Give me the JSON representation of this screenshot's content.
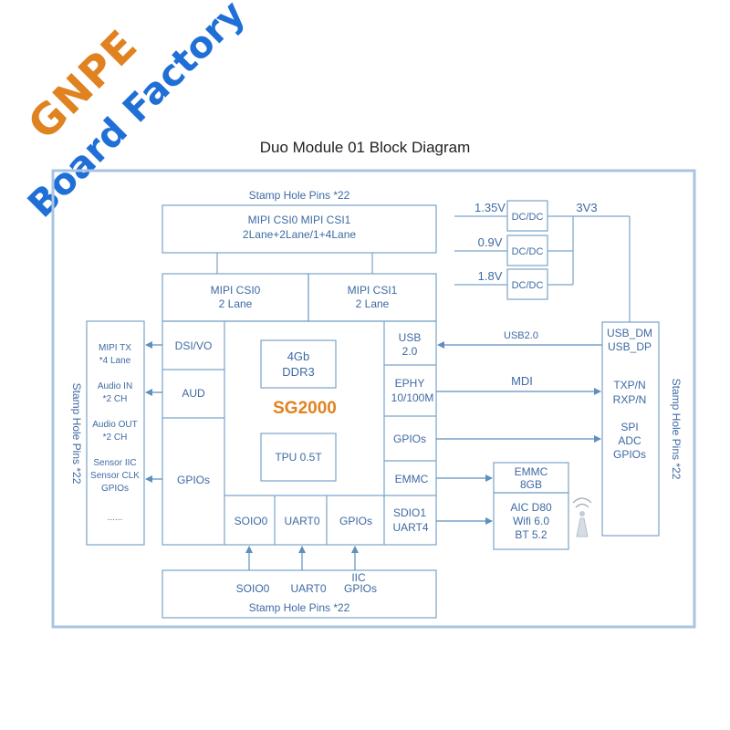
{
  "watermark": {
    "line1": "GNPE",
    "line2": "Board Factory"
  },
  "title": "Duo Module 01 Block Diagram",
  "top_pins": {
    "stamp": "Stamp Hole Pins *22",
    "csi_line1": "MIPI CSI0 MIPI CSI1",
    "csi_line2": "2Lane+2Lane/1+4Lane",
    "csi0_line1": "MIPI CSI0",
    "csi0_line2": "2 Lane",
    "csi1_line1": "MIPI CSI1",
    "csi1_line2": "2 Lane"
  },
  "power": {
    "v1": "1.35V",
    "v2": "0.9V",
    "v3": "1.8V",
    "dcdc": "DC/DC",
    "rail": "3V3"
  },
  "left_pins": {
    "stamp": "Stamp Hole Pins *22",
    "mipi_tx": "MIPI TX",
    "mipi_tx_lane": "*4 Lane",
    "audio_in": "Audio IN",
    "audio_in_ch": "*2 CH",
    "audio_out": "Audio OUT",
    "audio_out_ch": "*2 CH",
    "sensor_iic": "Sensor IIC",
    "sensor_clk": "Sensor CLK",
    "gpios": "GPIOs",
    "dots": "......"
  },
  "soc": {
    "name": "SG2000",
    "ddr_line1": "4Gb",
    "ddr_line2": "DDR3",
    "tpu": "TPU 0.5T",
    "dsi": "DSI/VO",
    "aud": "AUD",
    "gpios_left": "GPIOs",
    "usb_line1": "USB",
    "usb_line2": "2.0",
    "ephy_line1": "EPHY",
    "ephy_line2": "10/100M",
    "gpios_right": "GPIOs",
    "emmc": "EMMC",
    "sdio_line1": "SDIO1",
    "sdio_line2": "UART4",
    "soio0": "SOIO0",
    "uart0": "UART0",
    "gpios_bottom": "GPIOs"
  },
  "links": {
    "usb": "USB2.0",
    "mdi": "MDI"
  },
  "storage": {
    "emmc_line1": "EMMC",
    "emmc_line2": "8GB"
  },
  "wifi": {
    "line1": "AIC D80",
    "line2": "Wifi 6.0",
    "line3": "BT 5.2"
  },
  "right_pins": {
    "stamp": "Stamp Hole Pins *22",
    "usb_dm": "USB_DM",
    "usb_dp": "USB_DP",
    "txp": "TXP/N",
    "rxp": "RXP/N",
    "spi": "SPI",
    "adc": "ADC",
    "gpios": "GPIOs"
  },
  "bottom_pins": {
    "soio0": "SOIO0",
    "uart0": "UART0",
    "iic": "IIC",
    "gpios": "GPIOs",
    "stamp": "Stamp Hole Pins *22"
  },
  "colors": {
    "line": "#7aa3c9",
    "frame": "#a9c4e2",
    "soc_name": "#e0821f",
    "text": "#3d6aa3"
  }
}
